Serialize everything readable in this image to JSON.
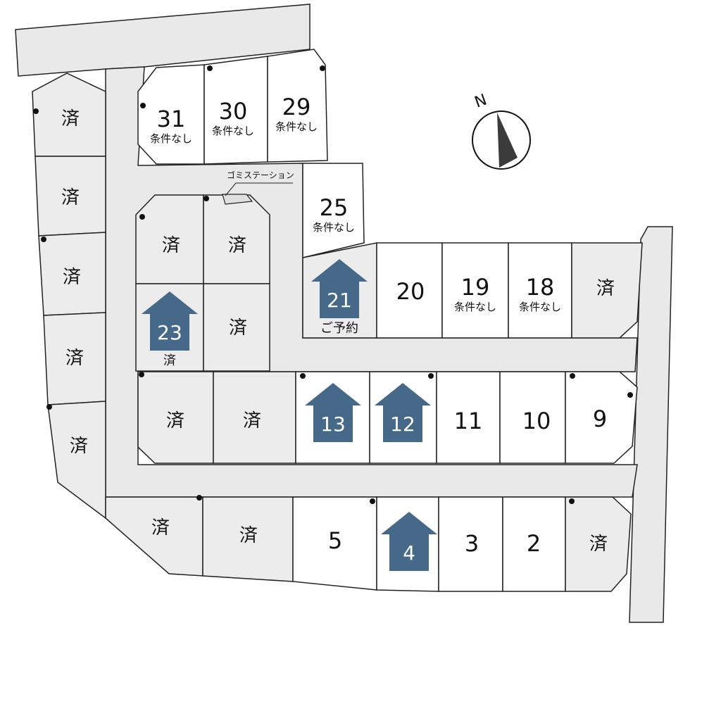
{
  "compass": {
    "label": "N"
  },
  "gomi_station": {
    "label": "ゴミステーション"
  },
  "lots": [
    {
      "id": "left-1",
      "label": "済",
      "status": "sold"
    },
    {
      "id": "left-2",
      "label": "済",
      "status": "sold"
    },
    {
      "id": "left-3",
      "label": "済",
      "status": "sold"
    },
    {
      "id": "left-4",
      "label": "済",
      "status": "sold"
    },
    {
      "id": "left-5",
      "label": "済",
      "status": "sold"
    },
    {
      "id": "31",
      "label": "31",
      "note": "条件なし",
      "status": "available"
    },
    {
      "id": "30",
      "label": "30",
      "note": "条件なし",
      "status": "available"
    },
    {
      "id": "29",
      "label": "29",
      "note": "条件なし",
      "status": "available"
    },
    {
      "id": "block-a-1",
      "label": "済",
      "status": "sold"
    },
    {
      "id": "block-a-2",
      "label": "済",
      "status": "sold"
    },
    {
      "id": "23",
      "label": "23",
      "note": "済",
      "status": "sold",
      "house": true
    },
    {
      "id": "block-a-4",
      "label": "済",
      "status": "sold"
    },
    {
      "id": "25",
      "label": "25",
      "note": "条件なし",
      "status": "available"
    },
    {
      "id": "21",
      "label": "21",
      "note": "ご予約",
      "status": "reserved",
      "house": true
    },
    {
      "id": "20",
      "label": "20",
      "status": "available"
    },
    {
      "id": "19",
      "label": "19",
      "note": "条件なし",
      "status": "available"
    },
    {
      "id": "18",
      "label": "18",
      "note": "条件なし",
      "status": "available"
    },
    {
      "id": "row2-end",
      "label": "済",
      "status": "sold"
    },
    {
      "id": "row3-1",
      "label": "済",
      "status": "sold"
    },
    {
      "id": "row3-2",
      "label": "済",
      "status": "sold"
    },
    {
      "id": "13",
      "label": "13",
      "status": "available",
      "house": true
    },
    {
      "id": "12",
      "label": "12",
      "status": "available",
      "house": true
    },
    {
      "id": "11",
      "label": "11",
      "status": "available"
    },
    {
      "id": "10",
      "label": "10",
      "status": "available"
    },
    {
      "id": "9",
      "label": "9",
      "status": "available"
    },
    {
      "id": "row4-1",
      "label": "済",
      "status": "sold"
    },
    {
      "id": "row4-2",
      "label": "済",
      "status": "sold"
    },
    {
      "id": "5",
      "label": "5",
      "status": "available"
    },
    {
      "id": "4",
      "label": "4",
      "status": "available",
      "house": true
    },
    {
      "id": "3",
      "label": "3",
      "status": "available"
    },
    {
      "id": "2",
      "label": "2",
      "status": "available"
    },
    {
      "id": "row4-end",
      "label": "済",
      "status": "sold"
    }
  ],
  "colors": {
    "sold_fill": "#ececec",
    "available_fill": "#ffffff",
    "road_fill": "#e9e9e9",
    "house_marker": "#46698a"
  }
}
